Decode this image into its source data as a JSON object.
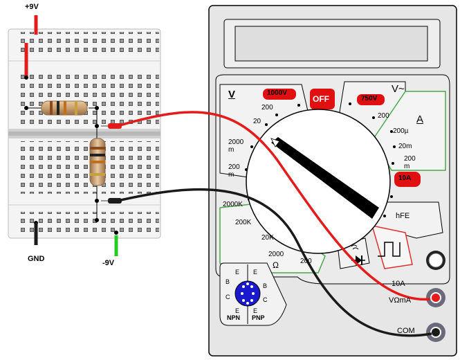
{
  "breadboard": {
    "plus9_label": "+9V",
    "gnd_label": "GND",
    "minus9_label": "-9V"
  },
  "meter": {
    "dc_voltage_symbol": "V",
    "dc_voltage_badge": "1000V",
    "off_label": "OFF",
    "ac_voltage_badge": "750V",
    "ac_voltage_symbol": "V~",
    "dc_current_symbol": "A",
    "dc_volt_ranges": [
      "200",
      "20",
      "2000 m",
      "200 m"
    ],
    "ac_volt_range": "200",
    "current_ranges": [
      "200µ",
      "20m",
      "200 m"
    ],
    "ten_amp_badge": "10A",
    "hfe_label": "hFE",
    "resistance_ranges": [
      "2000K",
      "200K",
      "20K",
      "2000",
      "200"
    ],
    "ohm_symbol": "Ω",
    "transistor_socket": {
      "pins": [
        "E",
        "B",
        "C",
        "E",
        "B",
        "C",
        "E",
        "E"
      ],
      "npn_label": "NPN",
      "pnp_label": "PNP"
    },
    "jacks": {
      "ten_amp_label": "10A",
      "v_ohm_ma_label": "VΩmA",
      "com_label": "COM"
    }
  },
  "colors": {
    "red_wire": "#e31b1b",
    "black_wire": "#1a1a1a",
    "green_wire": "#22cc22",
    "badge_red": "#e01010",
    "meter_body": "#e6e6e6",
    "lcd": "#dedede"
  }
}
